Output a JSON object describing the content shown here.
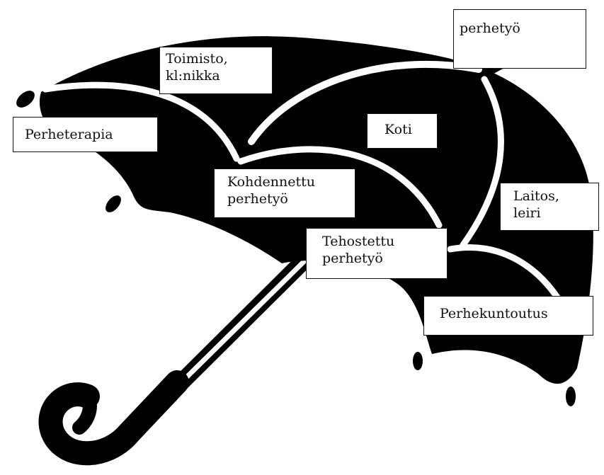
{
  "labels": {
    "perhetyo": "perhetyö",
    "toimisto_line1": "Toimisto,",
    "toimisto_line2": "kl:nikka",
    "perheterapia": "Perheterapia",
    "koti": "Koti",
    "kohdennettu_line1": "Kohdennettu",
    "kohdennettu_line2": "perhetyö",
    "laitos_line1": "Laitos,",
    "laitos_line2": "leiri",
    "tehostettu_line1": "Tehostettu",
    "tehostettu_line2": "perhetyö",
    "perhekuntoutus": "Perhekuntoutus"
  },
  "colors": {
    "canopy": "#000000",
    "ribs": "#ffffff",
    "background": "#ffffff"
  },
  "image": {
    "subject": "umbrella-illustration"
  }
}
